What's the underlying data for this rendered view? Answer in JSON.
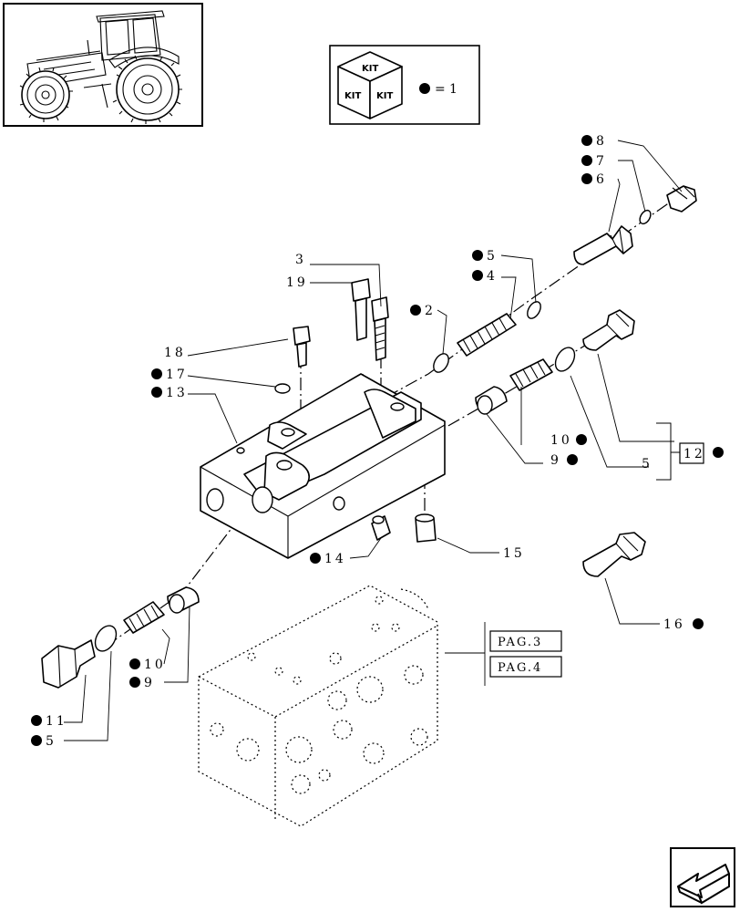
{
  "kit_legend": {
    "kit_text": "KIT",
    "equals": "=",
    "quantity": "1"
  },
  "callouts": {
    "c8": "8",
    "c7": "7",
    "c6": "6",
    "c5a": "5",
    "c4": "4",
    "c2": "2",
    "c3": "3",
    "c19": "19",
    "c18": "18",
    "c17": "17",
    "c13": "13",
    "c10a": "10",
    "c9a": "9",
    "c5b": "5",
    "c12": "12",
    "c14": "14",
    "c15": "15",
    "c16": "16",
    "c10b": "10",
    "c9b": "9",
    "c11": "11",
    "c5c": "5"
  },
  "page_refs": [
    "PAG.3",
    "PAG.4"
  ],
  "colors": {
    "line": "#000000",
    "background": "#ffffff"
  },
  "icons": {
    "kit": "kit-cube-icon",
    "bullet": "filled-dot-icon",
    "nav": "arrow-back-icon"
  }
}
